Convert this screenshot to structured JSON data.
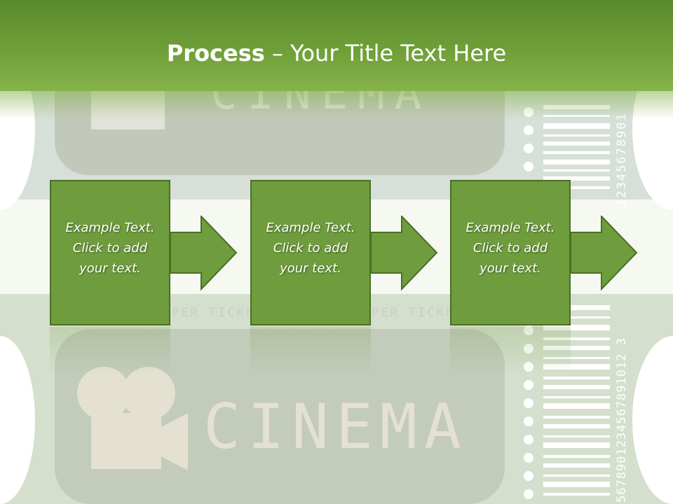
{
  "slide": {
    "title_bold": "Process",
    "title_rest": " – Your Title Text Here",
    "steps": [
      {
        "text": "Example Text.\nClick  to add\nyour text."
      },
      {
        "text": "Example Text.\nClick  to add\nyour text."
      },
      {
        "text": "Example Text.\nClick  to add\nyour text."
      }
    ]
  },
  "background": {
    "cinema_word": "CINEMA",
    "ticket_text": "PER TICKET",
    "serial_top": "12345678901",
    "serial_bottom": "5678901234567891012 3"
  },
  "colors": {
    "accent": "#6f9c3d",
    "accent_border": "#4b6f25",
    "header": "#6f9f38"
  }
}
